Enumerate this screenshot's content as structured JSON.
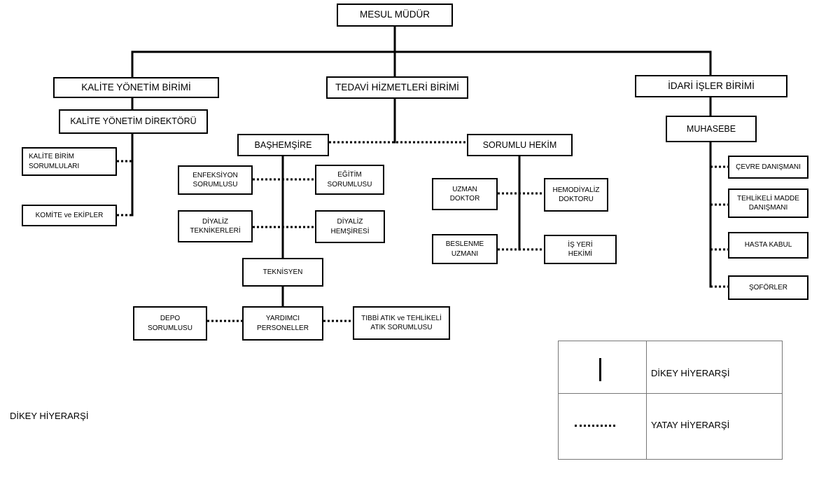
{
  "boxes": {
    "mesul_mudur": "MESUL MÜDÜR",
    "kalite_birimi": "KALİTE YÖNETİM BİRİMİ",
    "tedavi_birimi": "TEDAVİ HİZMETLERİ BİRİMİ",
    "idari_birimi": "İDARİ İŞLER BİRİMİ",
    "kalite_direktoru": "KALİTE YÖNETİM DİREKTÖRÜ",
    "kalite_birim_sorumlulari": "KALİTE BİRİM\nSORUMLULARI",
    "komite_ekipler": "KOMİTE ve EKİPLER",
    "bashemsire": "BAŞHEMŞİRE",
    "sorumlu_hekim": "SORUMLU HEKİM",
    "muhasebe": "MUHASEBE",
    "enfeksiyon_sorumlusu": "ENFEKSİYON\nSORUMLUSU",
    "egitim_sorumlusu": "EĞİTİM\nSORUMLUSU",
    "diyaliz_teknikerleri": "DİYALİZ\nTEKNİKERLERİ",
    "diyaliz_hemsiresi": "DİYALİZ\nHEMŞİRESİ",
    "teknisyen": "TEKNİSYEN",
    "depo_sorumlusu": "DEPO\nSORUMLUSU",
    "yardimci_personeller": "YARDIMCI\nPERSONELLER",
    "tibbi_atik": "TIBBİ ATIK ve TEHLİKELİ\nATIK SORUMLUSU",
    "uzman_doktor": "UZMAN\nDOKTOR",
    "hemodiyaliz_doktoru": "HEMODİYALİZ\nDOKTORU",
    "beslenme_uzmani": "BESLENME\nUZMANI",
    "is_yeri_hekimi": "İŞ YERİ\nHEKİMİ",
    "cevre_danismani": "ÇEVRE DANIŞMANI",
    "tehlikeli_madde_danismani": "TEHLİKELİ MADDE\nDANIŞMANI",
    "hasta_kabul": "HASTA KABUL",
    "soforler": "ŞOFÖRLER"
  },
  "legend": {
    "dikey": "DİKEY HİYERARŞİ",
    "yatay": "YATAY HİYERARŞİ"
  },
  "footer_text": "DİKEY HİYERARŞİ"
}
